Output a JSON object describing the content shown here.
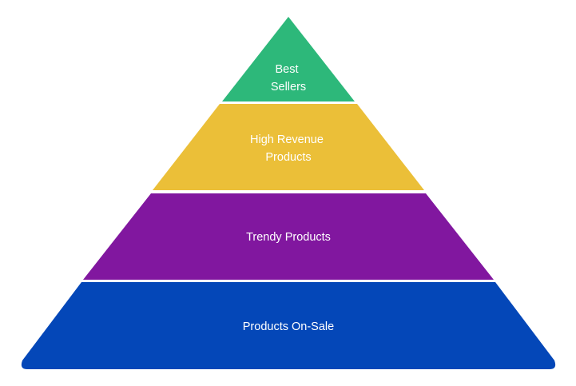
{
  "pyramid": {
    "tiers": [
      {
        "lines": [
          "Best",
          "Sellers"
        ],
        "color": "#2db87a"
      },
      {
        "lines": [
          "High Revenue",
          "Products"
        ],
        "color": "#ebbf38"
      },
      {
        "lines": [
          "Trendy Products"
        ],
        "color": "#81179f"
      },
      {
        "lines": [
          "Products On-Sale"
        ],
        "color": "#0447b8"
      }
    ]
  }
}
